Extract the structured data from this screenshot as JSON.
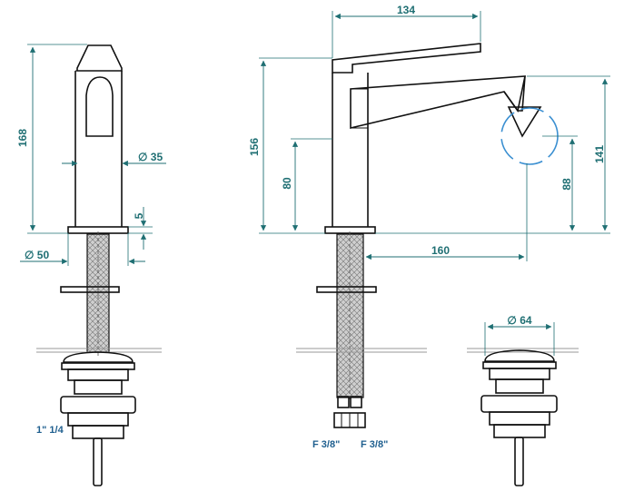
{
  "dimensions": {
    "height_left": "168",
    "diameter_body": "∅ 35",
    "plate_thickness": "5",
    "diameter_base": "∅ 50",
    "spout_reach": "134",
    "total_height": "156",
    "lever_height": "80",
    "outlet_height": "141",
    "outlet_clearance": "88",
    "outlet_projection": "160",
    "diameter_waste": "∅ 64"
  },
  "connections": {
    "waste_thread": "1\" 1/4",
    "hose_left": "F 3/8\"",
    "hose_right": "F 3/8\""
  },
  "colors": {
    "dimension": "#1f6f73",
    "outline": "#111111",
    "outlet_circle": "#3a8fd1"
  }
}
